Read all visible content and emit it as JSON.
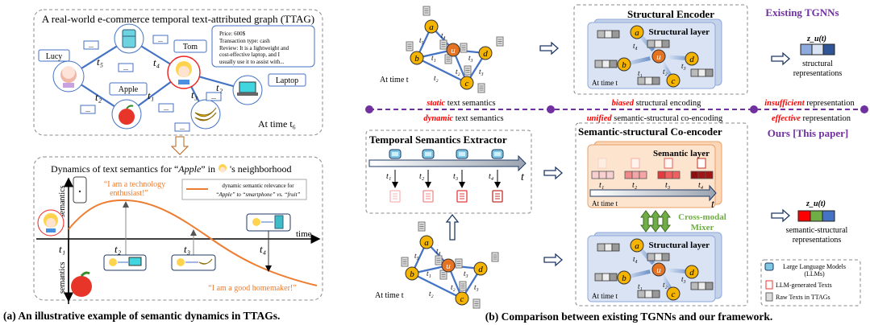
{
  "panel_a": {
    "graph_title": "A real-world e-commerce temporal text-attributed graph (TTAG)",
    "nodes": {
      "lucy": "Lucy",
      "tom": "Tom",
      "apple": "Apple",
      "laptop": "Laptop"
    },
    "ellipsis": "...",
    "edge_labels": [
      "t₅",
      "t₄",
      "t₂",
      "t₁",
      "t₃",
      "t₂"
    ],
    "review_bubble": [
      "Price: 600$",
      "Transaction type: cash",
      "Review: It is a lightweight and",
      "cost-effective laptop, and I",
      "usually use it to assist with..."
    ],
    "time_label": "At time t₆",
    "dynamics_title_pre": "Dynamics of text semantics for “",
    "dynamics_title_apple": "Apple",
    "dynamics_title_post": "” in      's neighborhood",
    "y_axis_label": "semantics",
    "x_axis_label": "time",
    "time_ticks": [
      "t₁",
      "t₂",
      "t₃",
      "t₄"
    ],
    "quote_tech": [
      "“I am a technology",
      "enthusiast!”"
    ],
    "quote_home": "“I am a good homemaker!”",
    "legend_line1": "dynamic semantic relevance for",
    "legend_line2": "“Apple” to “smartphone” vs. “fruit”",
    "curve_color": "#ed7d31",
    "caption": "(a) An illustrative example of semantic dynamics in TTAGs."
  },
  "panel_b": {
    "node_labels": [
      "a",
      "u",
      "b",
      "d",
      "c"
    ],
    "edge_labels": [
      "t₅",
      "t₄",
      "t₁",
      "t₃",
      "t₂",
      "t₃",
      "t₂"
    ],
    "at_time": "At time t",
    "structural_encoder_title": "Structural Encoder",
    "structural_layer": "Structural layer",
    "existing_tgnns": "Existing TGNNs",
    "z_label": "z_u(t)",
    "structural_repr": [
      "structural",
      "representations"
    ],
    "timeline": {
      "top": [
        {
          "em": "static",
          "rest": " text semantics"
        },
        {
          "em": "biased",
          "rest": " structural encoding"
        },
        {
          "em": "insufficient",
          "rest": " representation"
        }
      ],
      "bottom": [
        {
          "em": "dynamic",
          "rest": " text semantics"
        },
        {
          "em": "unified",
          "rest": " semantic-structural co-encoding"
        },
        {
          "em": "effective",
          "rest": " representation"
        }
      ]
    },
    "ours": "Ours [This paper]",
    "extractor_title": "Temporal Semantics Extractor",
    "extractor_ticks": [
      "t₁",
      "t₂",
      "t₃",
      "t₄"
    ],
    "extractor_axis": "t",
    "coencoder_title": "Semantic-structural Co-encoder",
    "semantic_layer": "Semantic layer",
    "semantic_ticks": [
      "t₁",
      "t₂",
      "t₃",
      "t₄"
    ],
    "semantic_axis": "t",
    "mixer": [
      "Cross-modal",
      "Mixer"
    ],
    "semantic_structural_repr": [
      "semantic-structural",
      "representations"
    ],
    "legend": {
      "llm": [
        "Large Language Models",
        "(LLMs)"
      ],
      "generated": "LLM-generated Texts",
      "raw": "Raw Texts in TTAGs"
    },
    "colors": {
      "purple": "#7030a0",
      "emphasis_red": "#ff0000",
      "mixer_green": "#70ad47",
      "node_yellow": "#f5b400",
      "node_orange": "#e67321"
    },
    "caption": "(b) Comparison between existing TGNNs and our framework."
  }
}
